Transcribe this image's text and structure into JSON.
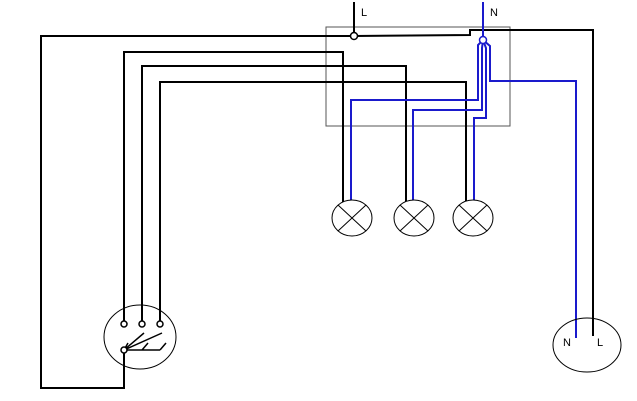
{
  "labels": {
    "supply_live": "L",
    "supply_neutral": "N",
    "socket_neutral": "N",
    "socket_live": "L"
  },
  "colors": {
    "live_wire": "#000000",
    "neutral_wire": "#1a1acc",
    "box_outline": "#555555",
    "background": "#ffffff"
  },
  "components": {
    "junction_box": "junction-box",
    "lamps": [
      "lamp",
      "lamp",
      "lamp"
    ],
    "switch": "triple-switch",
    "socket": "socket-outlet"
  }
}
